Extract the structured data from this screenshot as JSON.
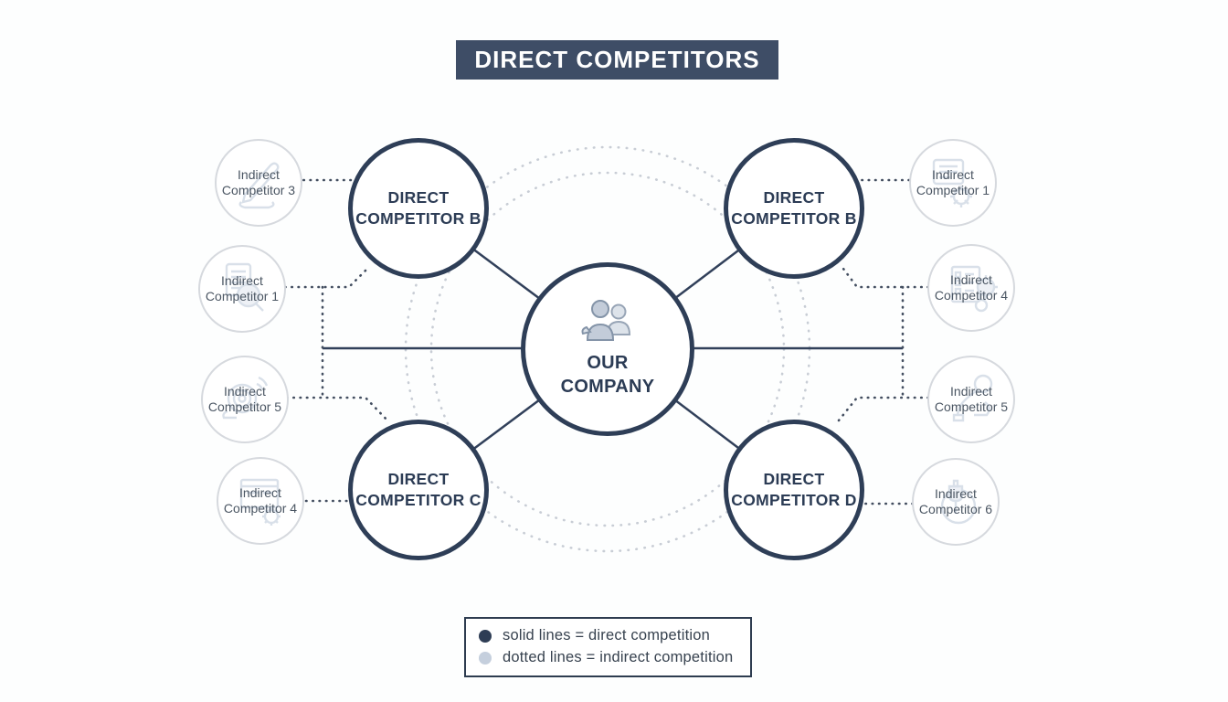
{
  "title": "DIRECT COMPETITORS",
  "center": {
    "label": "OUR COMPANY",
    "icon": "people-icon"
  },
  "direct_competitors": [
    {
      "id": "top-left",
      "label": "DIRECT COMPETITOR B"
    },
    {
      "id": "top-right",
      "label": "DIRECT COMPETITOR B"
    },
    {
      "id": "bottom-left",
      "label": "DIRECT COMPETITOR C"
    },
    {
      "id": "bottom-right",
      "label": "DIRECT COMPETITOR D"
    }
  ],
  "indirect_competitors": {
    "left": [
      {
        "label": "Indirect Competitor 3",
        "icon": "pen-icon"
      },
      {
        "label": "Indirect Competitor 1",
        "icon": "document-search-icon"
      },
      {
        "label": "Indirect Competitor 5",
        "icon": "signal-icon"
      },
      {
        "label": "Indirect Competitor 4",
        "icon": "window-gear-icon"
      }
    ],
    "right": [
      {
        "label": "Indirect Competitor 1",
        "icon": "document-gear-icon"
      },
      {
        "label": "Indirect Competitor 4",
        "icon": "checklist-gear-icon"
      },
      {
        "label": "Indirect Competitor 5",
        "icon": "cable-plug-icon"
      },
      {
        "label": "Indirect Competitor 6",
        "icon": "bag-icon"
      }
    ]
  },
  "legend": {
    "items": [
      {
        "label": "solid lines = direct competition",
        "marker_color": "#2e3d55"
      },
      {
        "label": "dotted lines = indirect competition",
        "marker_color": "#c5cfdd"
      }
    ]
  },
  "colors": {
    "accent_navy": "#2e3e57",
    "title_bg": "#3e4d66",
    "indirect_border": "#d6d9de",
    "dotted_ring": "#c8cdd5",
    "dotted_connector": "#434e60",
    "background": "#fdfefe"
  }
}
